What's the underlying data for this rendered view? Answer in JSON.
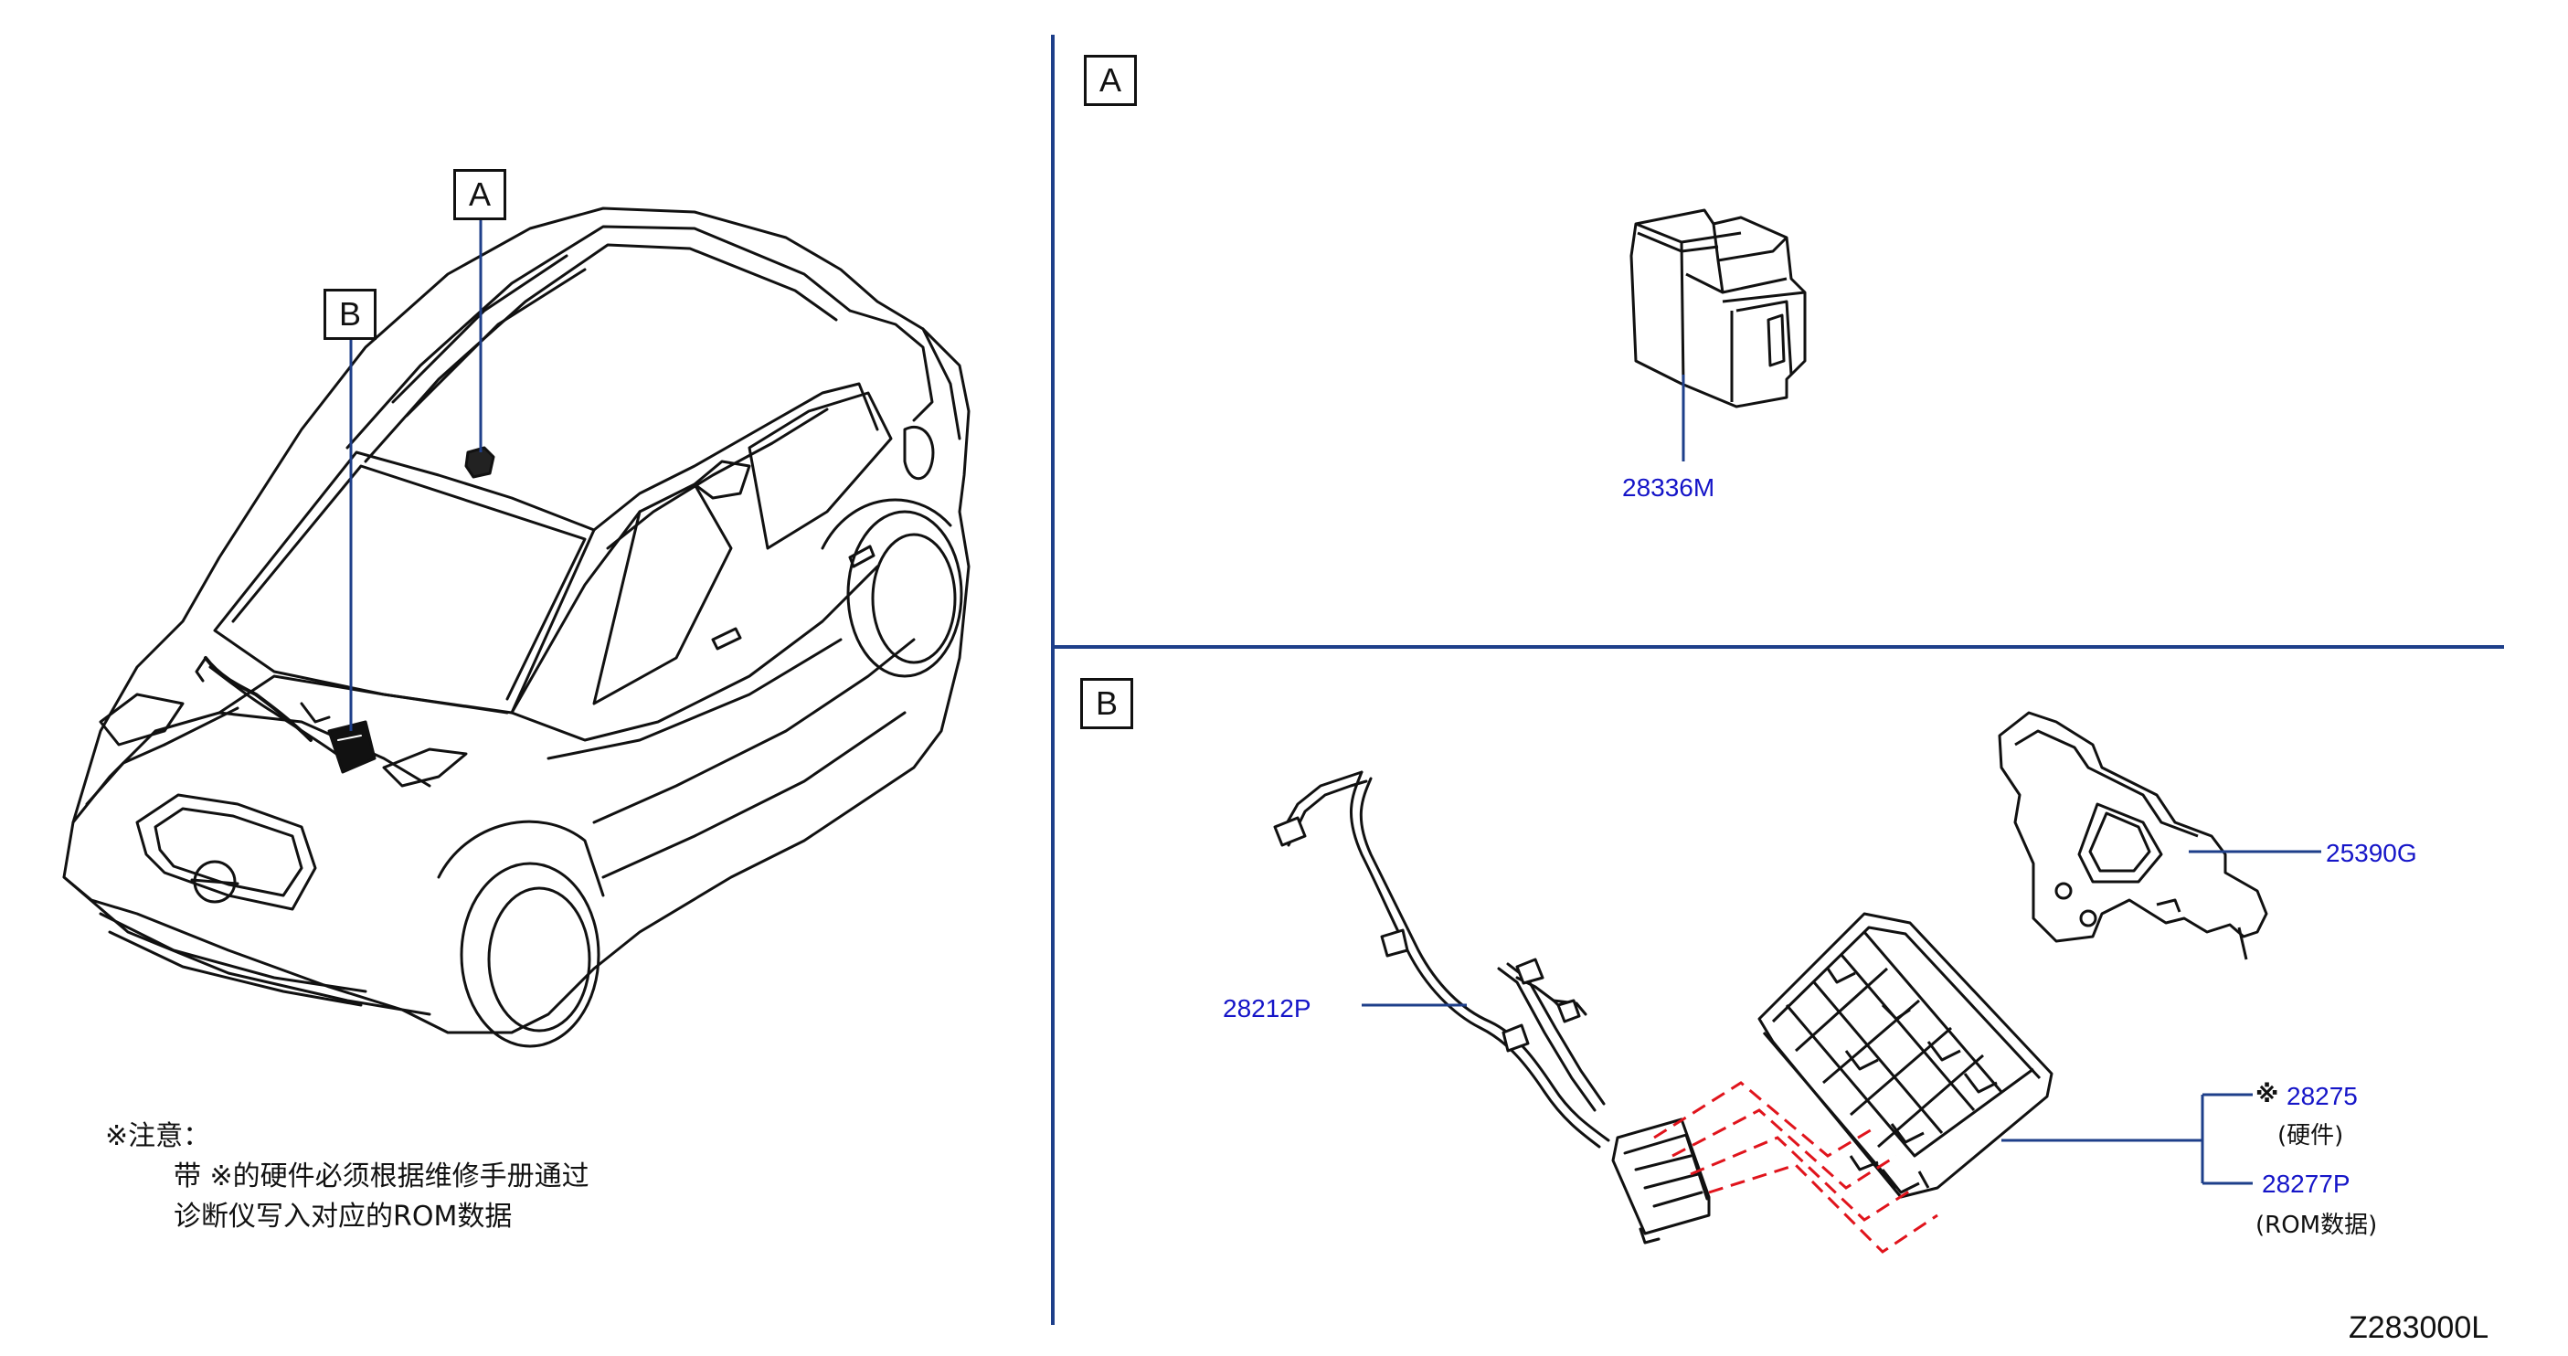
{
  "callouts": {
    "car_a": "A",
    "car_b": "B",
    "panel_a": "A",
    "panel_b": "B"
  },
  "parts": {
    "relay": {
      "number": "28336M"
    },
    "harness": {
      "number": "28212P"
    },
    "bracket": {
      "number": "25390G"
    },
    "unit_hardware": {
      "mark": "※",
      "number": "28275",
      "note": "(硬件)"
    },
    "unit_rom": {
      "number": "28277P",
      "note": "(ROM数据)"
    }
  },
  "note": {
    "heading": "※注意：",
    "line1": "带 ※的硬件必须根据维修手册通过",
    "line2": "诊断仪写入对应的ROM数据"
  },
  "diagram_code": "Z283000L",
  "colors": {
    "leader": "#1e3f8a",
    "part_number": "#1515c8",
    "dashed_link": "#e0141c",
    "line_art": "#111111"
  }
}
